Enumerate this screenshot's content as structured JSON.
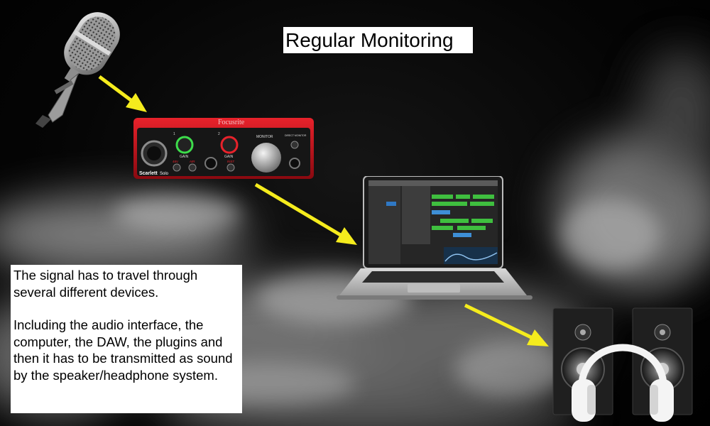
{
  "title": "Regular Monitoring",
  "description": {
    "paragraph_1": "The signal has to travel through several different devices.",
    "paragraph_2": "Including the audio interface, the computer, the DAW, the plugins and then it has to be transmitted as sound by the speaker/headphone system."
  },
  "interface": {
    "brand": "Focusrite",
    "model": "Scarlett",
    "model_badge": "Solo",
    "gain_label": "GAIN",
    "monitor_label": "MONITOR",
    "direct_monitor_label": "DIRECT MONITOR",
    "inst_label": "INST",
    "air_label": "AIR",
    "phantom_label": "48V",
    "channel_1": "1",
    "channel_2": "2"
  },
  "colors": {
    "arrow": "#f5ec1d",
    "interface_red": "#c8101a",
    "background": "#000000",
    "label_box": "#ffffff"
  },
  "icons": [
    "microphone-icon",
    "audio-interface-icon",
    "laptop-icon",
    "speakers-icon",
    "headphones-icon",
    "arrow-icon",
    "smoke-background"
  ]
}
